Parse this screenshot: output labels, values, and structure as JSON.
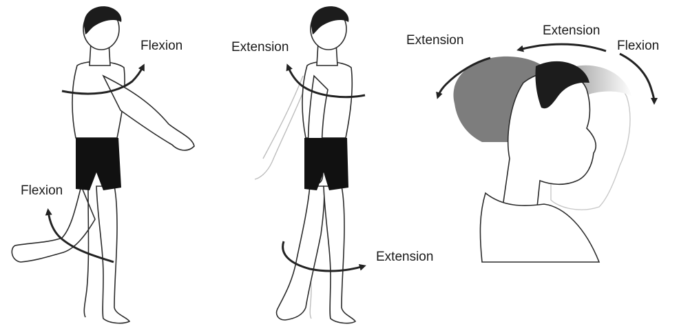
{
  "labels": {
    "panel1_arm": "Flexion",
    "panel1_leg": "Flexion",
    "panel2_arm": "Extension",
    "panel2_leg": "Extension",
    "panel3_left": "Extension",
    "panel3_top": "Extension",
    "panel3_right": "Flexion"
  },
  "colors": {
    "figure_fill": "#ffffff",
    "figure_stroke": "#2a2a2a",
    "hair": "#1c1c1c",
    "shorts": "#111111",
    "arrow": "#222222",
    "ghost_stroke": "#bdbdbd",
    "ghost_head_fill": "#7d7d7d",
    "faded_head_fill": "#c8c8c8"
  }
}
